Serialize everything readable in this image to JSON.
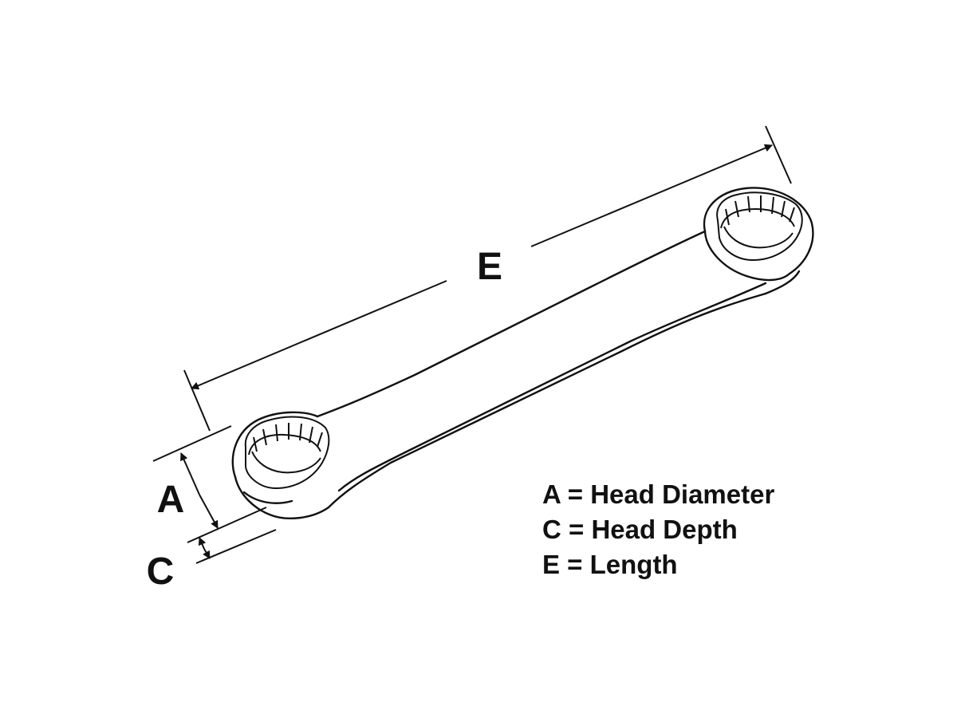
{
  "diagram": {
    "labels": {
      "a": "A",
      "c": "C",
      "e": "E"
    },
    "legend": [
      {
        "key": "A",
        "text": "A = Head Diameter"
      },
      {
        "key": "C",
        "text": "C = Head Depth"
      },
      {
        "key": "E",
        "text": "E = Length"
      }
    ],
    "colors": {
      "ink": "#111111",
      "background": "#ffffff"
    },
    "icon": "box-end-wrench-icon"
  }
}
